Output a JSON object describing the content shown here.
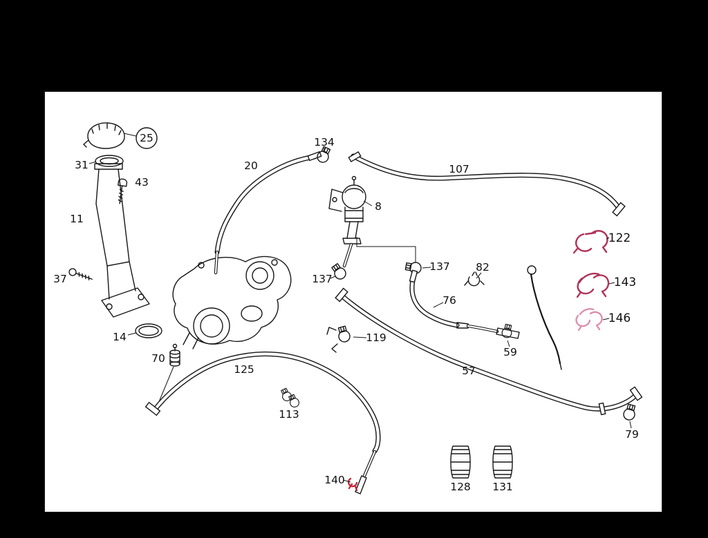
{
  "figure": {
    "type": "exploded-parts-diagram",
    "subject": "engine hose, clamp and filler-neck assembly"
  },
  "colors": {
    "background": "#000000",
    "canvas": "#ffffff",
    "line": "#161616",
    "clip_crimson": "#b03358",
    "clip_pink": "#de8fae",
    "clip_red": "#c4273a"
  },
  "parts": [
    {
      "label": "25",
      "kind": "filler-cap",
      "highlighted": false
    },
    {
      "label": "31",
      "kind": "sealing-ring",
      "highlighted": false
    },
    {
      "label": "43",
      "kind": "bolt",
      "highlighted": false
    },
    {
      "label": "11",
      "kind": "filler-neck",
      "highlighted": false
    },
    {
      "label": "37",
      "kind": "bolt",
      "highlighted": false
    },
    {
      "label": "14",
      "kind": "o-ring",
      "highlighted": false
    },
    {
      "label": "70",
      "kind": "plug",
      "highlighted": false
    },
    {
      "label": "20",
      "kind": "hose",
      "highlighted": false
    },
    {
      "label": "134",
      "kind": "hose-clamp",
      "highlighted": false
    },
    {
      "label": "8",
      "kind": "valve",
      "highlighted": false
    },
    {
      "label": "107",
      "kind": "hose",
      "highlighted": false
    },
    {
      "label": "137",
      "kind": "hose-clamp",
      "highlighted": false
    },
    {
      "label": "137",
      "kind": "hose-clamp",
      "highlighted": false
    },
    {
      "label": "76",
      "kind": "hose",
      "highlighted": false
    },
    {
      "label": "82",
      "kind": "clip",
      "highlighted": false
    },
    {
      "label": "122",
      "kind": "retaining-clip",
      "highlighted": true
    },
    {
      "label": "143",
      "kind": "retaining-clip",
      "highlighted": true
    },
    {
      "label": "146",
      "kind": "retaining-clip",
      "highlighted": true
    },
    {
      "label": "119",
      "kind": "clamp-bracket",
      "highlighted": false
    },
    {
      "label": "59",
      "kind": "hose-clamp",
      "highlighted": false
    },
    {
      "label": "57",
      "kind": "hose",
      "highlighted": false
    },
    {
      "label": "125",
      "kind": "hose",
      "highlighted": false
    },
    {
      "label": "113",
      "kind": "hose-clamp",
      "highlighted": false
    },
    {
      "label": "140",
      "kind": "pipe-clip",
      "highlighted": true
    },
    {
      "label": "128",
      "kind": "rubber-sleeve",
      "highlighted": false
    },
    {
      "label": "131",
      "kind": "rubber-sleeve",
      "highlighted": false
    },
    {
      "label": "79",
      "kind": "hose-clamp",
      "highlighted": false
    }
  ]
}
